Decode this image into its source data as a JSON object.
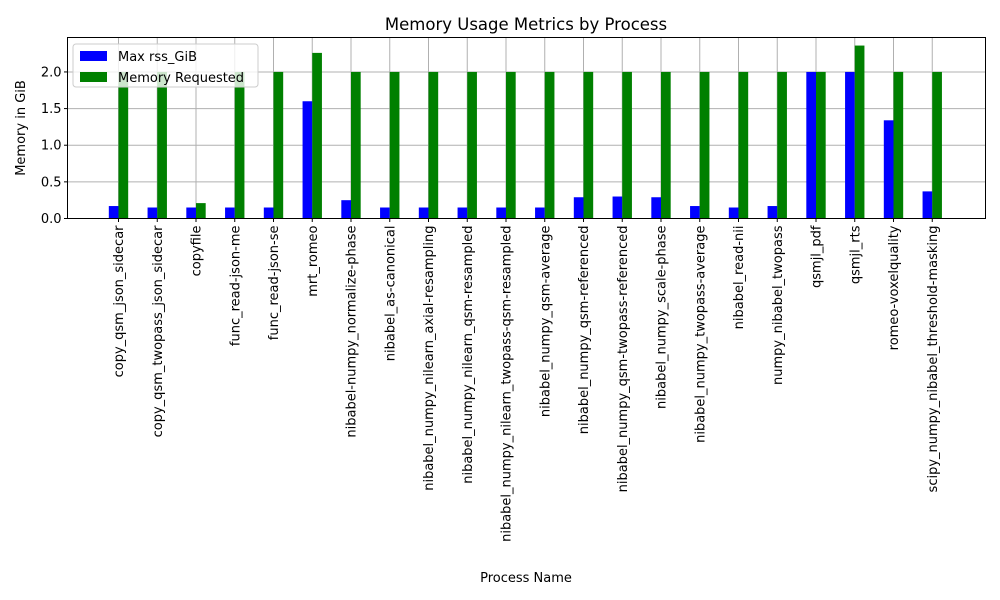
{
  "chart_data": {
    "type": "bar",
    "title": "Memory Usage Metrics by Process",
    "xlabel": "Process Name",
    "ylabel": "Memory in GiB",
    "ylim": [
      0,
      2.47
    ],
    "yticks": [
      "0.0",
      "0.5",
      "1.0",
      "1.5",
      "2.0"
    ],
    "grid": true,
    "legend_position": "top-left",
    "categories": [
      "copy_qsm_json_sidecar",
      "copy_qsm_twopass_json_sidecar",
      "copyfile",
      "func_read-json-me",
      "func_read-json-se",
      "mrt_romeo",
      "nibabel-numpy_normalize-phase",
      "nibabel_as-canonical",
      "nibabel_numpy_nilearn_axial-resampling",
      "nibabel_numpy_nilearn_qsm-resampled",
      "nibabel_numpy_nilearn_twopass-qsm-resampled",
      "nibabel_numpy_qsm-average",
      "nibabel_numpy_qsm-referenced",
      "nibabel_numpy_qsm-twopass-referenced",
      "nibabel_numpy_scale-phase",
      "nibabel_numpy_twopass-average",
      "nibabel_read-nii",
      "numpy_nibabel_twopass",
      "qsmjl_pdf",
      "qsmjl_rts",
      "romeo-voxelquality",
      "scipy_numpy_nibabel_threshold-masking"
    ],
    "series": [
      {
        "name": "Max rss_GiB",
        "color": "#0000ff",
        "values": [
          0.17,
          0.15,
          0.15,
          0.15,
          0.15,
          1.6,
          0.25,
          0.15,
          0.15,
          0.15,
          0.15,
          0.15,
          0.29,
          0.3,
          0.29,
          0.17,
          0.15,
          0.17,
          2.0,
          2.0,
          1.34,
          0.37
        ]
      },
      {
        "name": "Memory Requested",
        "color": "#008000",
        "values": [
          2,
          2,
          0.21,
          2,
          2,
          2.26,
          2,
          2,
          2,
          2,
          2,
          2,
          2,
          2,
          2,
          2,
          2,
          2,
          2,
          2.36,
          2,
          2
        ]
      }
    ]
  }
}
